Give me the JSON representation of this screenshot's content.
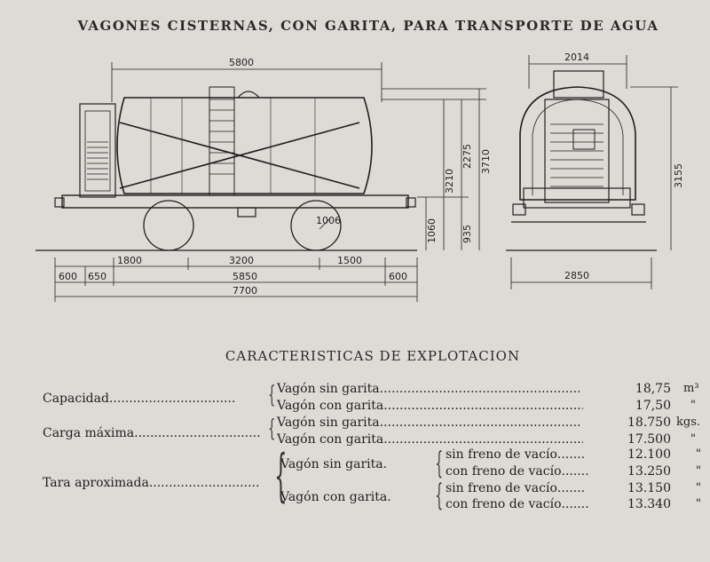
{
  "title": "VAGONES CISTERNAS, CON GARITA, PARA TRANSPORTE DE AGUA",
  "drawing": {
    "side_view": {
      "top_length": "5800",
      "height_total": "3210",
      "height_tank": "2275",
      "height_roof": "3710",
      "height_buffer": "1060",
      "height_floor": "935",
      "wheel_label": "1006",
      "bottom_row": [
        "1800",
        "3200",
        "1500"
      ],
      "overhang_left_a": "600",
      "overhang_left_b": "650",
      "overhang_right": "600",
      "frame_length": "5850",
      "total_length": "7700"
    },
    "end_view": {
      "top_width": "2014",
      "height": "3155",
      "bottom_width": "2850"
    }
  },
  "characteristics": {
    "title": "CARACTERISTICAS DE EXPLOTACION",
    "capacity": {
      "label": "Capacidad",
      "rows": [
        {
          "desc": "Vagón sin garita",
          "value": "18,75",
          "unit": "m³"
        },
        {
          "desc": "Vagón con garita",
          "value": "17,50",
          "unit": "\""
        }
      ]
    },
    "max_load": {
      "label": "Carga máxima",
      "rows": [
        {
          "desc": "Vagón sin garita",
          "value": "18.750",
          "unit": "kgs."
        },
        {
          "desc": "Vagón con garita",
          "value": "17.500",
          "unit": "\""
        }
      ]
    },
    "tare": {
      "label": "Tara aproximada",
      "groups": [
        {
          "desc": "Vagón sin garita.",
          "rows": [
            {
              "desc": "sin freno de vacío",
              "value": "12.100",
              "unit": "\""
            },
            {
              "desc": "con freno de vacío",
              "value": "13.250",
              "unit": "\""
            }
          ]
        },
        {
          "desc": "Vagón con garita.",
          "rows": [
            {
              "desc": "sin freno de vacío",
              "value": "13.150",
              "unit": "\""
            },
            {
              "desc": "con freno de vacío",
              "value": "13.340",
              "unit": "\""
            }
          ]
        }
      ]
    }
  }
}
